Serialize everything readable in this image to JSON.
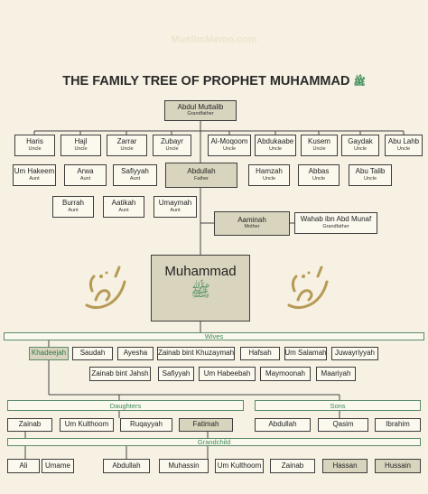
{
  "header": {
    "watermark": "MuslimMemo.com",
    "title": "THE FAMILY TREE OF PROPHET MUHAMMAD"
  },
  "root": {
    "name": "Abdul Muttalib",
    "role": "Grandfather"
  },
  "uncles_row": [
    {
      "name": "Haris",
      "role": "Uncle"
    },
    {
      "name": "Hajl",
      "role": "Uncle"
    },
    {
      "name": "Zarrar",
      "role": "Uncle"
    },
    {
      "name": "Zubayr",
      "role": "Uncle"
    },
    {
      "name": "Al-Moqoom",
      "role": "Uncle"
    },
    {
      "name": "Abdukaabe",
      "role": "Uncle"
    },
    {
      "name": "Kusem",
      "role": "Uncle"
    },
    {
      "name": "Gaydak",
      "role": "Uncle"
    },
    {
      "name": "Abu Lahb",
      "role": "Uncle"
    }
  ],
  "aunts_row1": [
    {
      "name": "Um Hakeem",
      "role": "Aunt"
    },
    {
      "name": "Arwa",
      "role": "Aunt"
    },
    {
      "name": "Safiyyah",
      "role": "Aunt"
    }
  ],
  "father": {
    "name": "Abdullah",
    "role": "Father"
  },
  "uncles_row2": [
    {
      "name": "Hamzah",
      "role": "Uncle"
    },
    {
      "name": "Abbas",
      "role": "Uncle"
    },
    {
      "name": "Abu Talib",
      "role": "Uncle"
    }
  ],
  "aunts_row2": [
    {
      "name": "Burrah",
      "role": "Aunt"
    },
    {
      "name": "Aatikah",
      "role": "Aunt"
    },
    {
      "name": "Umaymah",
      "role": "Aunt"
    }
  ],
  "mother": {
    "name": "Aaminah",
    "role": "Mother"
  },
  "maternal_grandfather": {
    "name": "Wahab ibn Abd Munaf",
    "role": "Grandfather"
  },
  "center": {
    "name": "Muhammad"
  },
  "sections": {
    "wives": "Wives",
    "daughters": "Daughters",
    "sons": "Sons",
    "grandchild": "Grandchild"
  },
  "wives_row1": [
    "Khadeejah",
    "Saudah",
    "Ayesha",
    "Zainab bint Khuzaymah",
    "Hafsah",
    "Um Salamah",
    "Juwayriyyah"
  ],
  "wives_row2": [
    "Zainab bint Jahsh",
    "Safiyyah",
    "Um Habeebah",
    "Maymoonah",
    "Maariyah"
  ],
  "daughters": [
    "Zainab",
    "Um Kulthoom",
    "Ruqayyah",
    "Fatimah"
  ],
  "sons": [
    "Abdullah",
    "Qasim",
    "Ibrahim"
  ],
  "grandchildren": [
    "Ali",
    "Umame",
    "Abdullah",
    "Muhassin",
    "Um Kulthoom",
    "Zainab",
    "Hassan",
    "Hussain"
  ],
  "colors": {
    "background": "#f6f1e2",
    "green": "#3d8a57",
    "highlight": "#d9d4bd",
    "calligraphy": "#b79a55"
  }
}
